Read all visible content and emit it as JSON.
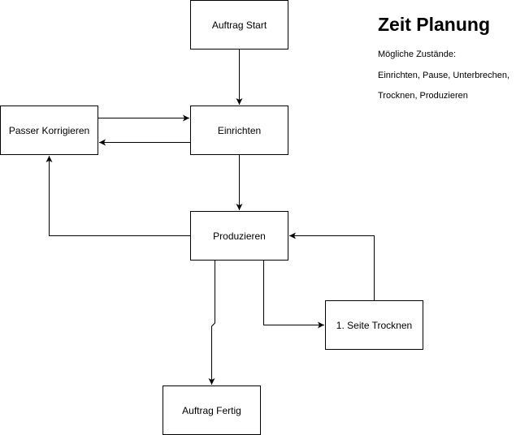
{
  "diagram": {
    "nodes": {
      "start": "Auftrag Start",
      "setup": "Einrichten",
      "passer": "Passer Korrigieren",
      "produce": "Produzieren",
      "dry": "1. Seite Trocknen",
      "done": "Auftrag Fertig"
    },
    "edges": [
      {
        "from": "start",
        "to": "setup"
      },
      {
        "from": "passer",
        "to": "setup"
      },
      {
        "from": "setup",
        "to": "passer"
      },
      {
        "from": "setup",
        "to": "produce"
      },
      {
        "from": "produce",
        "to": "passer"
      },
      {
        "from": "produce",
        "to": "dry"
      },
      {
        "from": "dry",
        "to": "produce"
      },
      {
        "from": "produce",
        "to": "done"
      }
    ]
  },
  "notes": {
    "title": "Zeit Planung",
    "lines": [
      "Mögliche Zustände:",
      "Einrichten, Pause, Unterbrechen,",
      "Trocknen, Produzieren"
    ]
  }
}
